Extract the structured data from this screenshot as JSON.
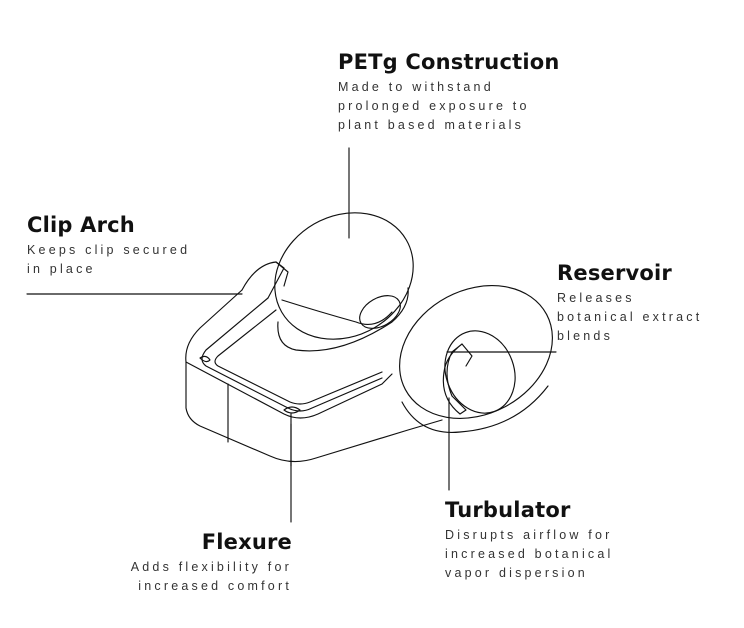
{
  "callouts": {
    "petg": {
      "title": "PETg Construction",
      "lines": [
        "Made to withstand",
        "prolonged exposure to",
        "plant based materials"
      ]
    },
    "clip_arch": {
      "title": "Clip Arch",
      "lines": [
        "Keeps clip secured",
        "in place"
      ]
    },
    "reservoir": {
      "title": "Reservoir",
      "lines": [
        "Releases",
        "botanical extract",
        "blends"
      ]
    },
    "turbulator": {
      "title": "Turbulator",
      "lines": [
        "Disrupts airflow for",
        "increased botanical",
        "vapor dispersion"
      ]
    },
    "flexure": {
      "title": "Flexure",
      "lines": [
        "Adds flexibility for",
        "increased comfort"
      ]
    }
  },
  "colors": {
    "ink": "#111111",
    "text": "#333333",
    "background": "#ffffff"
  }
}
